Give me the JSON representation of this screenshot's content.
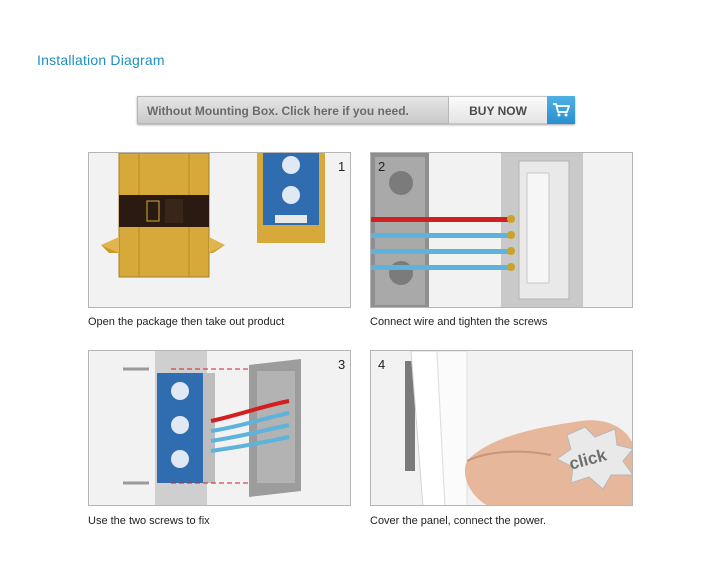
{
  "heading": "Installation Diagram",
  "banner": {
    "text": "Without Mounting Box. Click here if you need.",
    "buy_label": "BUY NOW",
    "cart_icon": "shopping-cart-icon"
  },
  "steps": [
    {
      "number": "1",
      "caption": "Open the package then take out product"
    },
    {
      "number": "2",
      "caption": "Connect wire and tighten the screws"
    },
    {
      "number": "3",
      "caption": "Use the two screws to fix"
    },
    {
      "number": "4",
      "caption": "Cover the panel, connect the power."
    }
  ],
  "click_sticker": "click",
  "colors": {
    "heading": "#1e8fc4",
    "accent": "#2a8fcf",
    "wire_red": "#d21f1f",
    "wire_blue": "#5db3dc"
  }
}
